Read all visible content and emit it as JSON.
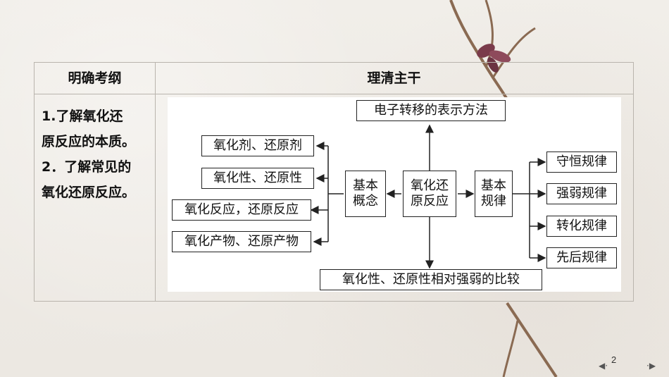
{
  "table": {
    "header_left": "明确考纲",
    "header_right": "理清主干",
    "goals": [
      "1.了解氧化还",
      "原反应的本质。",
      "2．了解常见的",
      "氧化还原反应。"
    ]
  },
  "diagram": {
    "top_box": "电子转移的表示方法",
    "bottom_box": "氧化性、还原性相对强弱的比较",
    "left_items": [
      "氧化剂、还原剂",
      "氧化性、还原性",
      "氧化反应，还原反应",
      "氧化产物、还原产物"
    ],
    "concept_box": [
      "基本",
      "概念"
    ],
    "center_box": [
      "氧化还",
      "原反应"
    ],
    "law_box": [
      "基本",
      "规律"
    ],
    "right_items": [
      "守恒规律",
      "强弱规律",
      "转化规律",
      "先后规律"
    ]
  },
  "footer": {
    "page_number": "2",
    "prev_icon": "prev-arrow-icon",
    "next_icon": "next-arrow-icon"
  }
}
